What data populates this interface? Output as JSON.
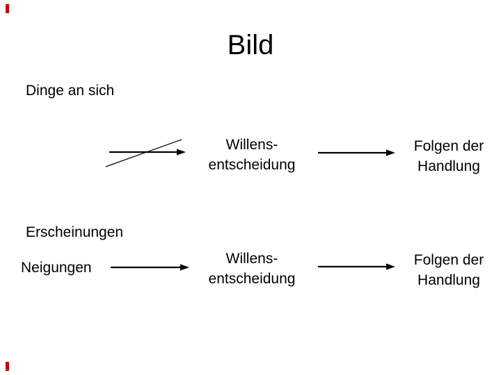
{
  "slide": {
    "title": "Bild"
  },
  "colors": {
    "background": "#ffffff",
    "text": "#000000",
    "arrow": "#000000",
    "corner_mark": "#cc0000"
  },
  "labels": {
    "dinge_an_sich": "Dinge an sich",
    "erscheinungen": "Erscheinungen",
    "neigungen": "Neigungen"
  },
  "nodes": {
    "row1_middle": {
      "line1": "Willens-",
      "line2": "entscheidung"
    },
    "row1_right": {
      "line1": "Folgen der",
      "line2": "Handlung"
    },
    "row2_middle": {
      "line1": "Willens-",
      "line2": "entscheidung"
    },
    "row2_right": {
      "line1": "Folgen der",
      "line2": "Handlung"
    }
  },
  "edges": [
    {
      "from": "Dinge an sich",
      "to": "Willensentscheidung",
      "style": "arrow-crossed-out"
    },
    {
      "from": "Willensentscheidung",
      "to": "Folgen der Handlung",
      "style": "arrow"
    },
    {
      "from": "Neigungen",
      "to": "Willensentscheidung",
      "style": "arrow"
    },
    {
      "from": "Willensentscheidung",
      "to": "Folgen der Handlung",
      "style": "arrow"
    }
  ]
}
